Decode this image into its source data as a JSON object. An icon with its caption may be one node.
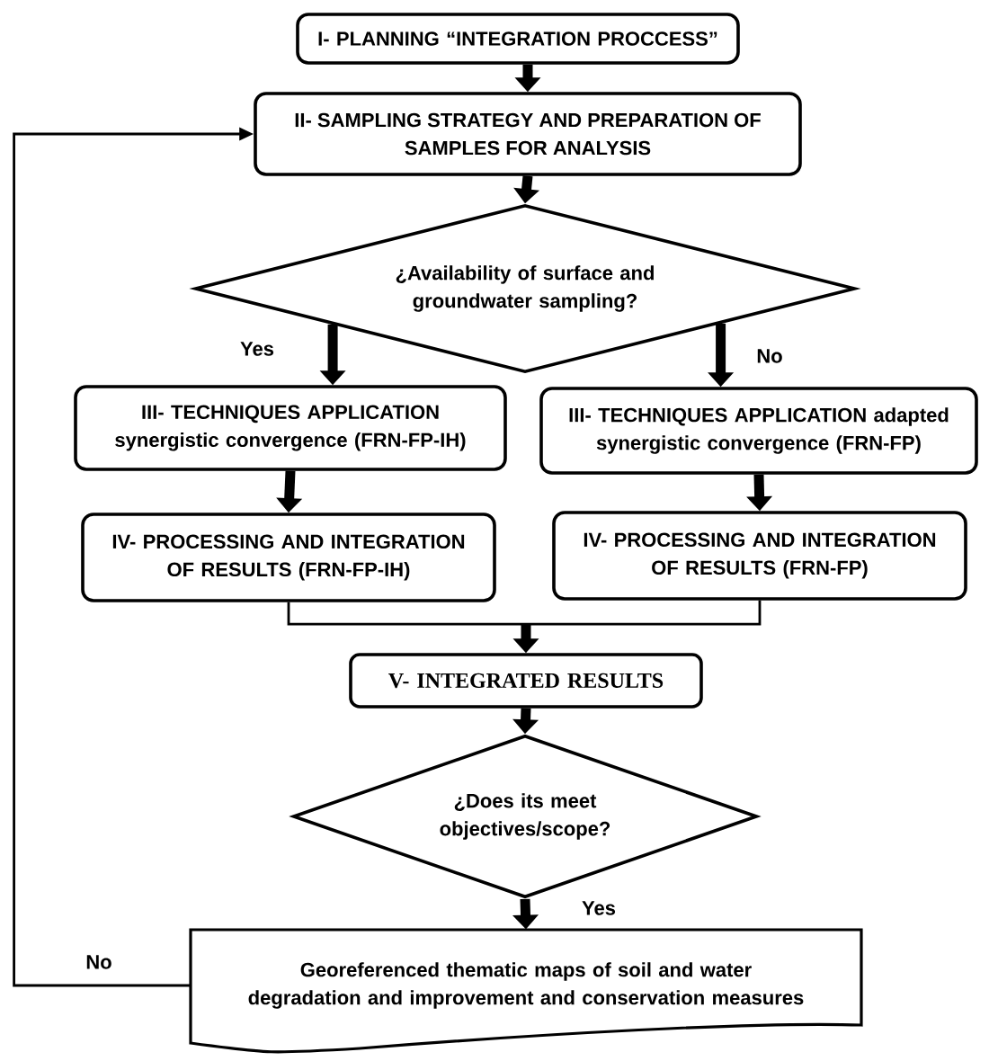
{
  "diagram": {
    "nodes": [
      {
        "text": [
          "I- PLANNING “INTEGRATION PROCCESS”"
        ]
      },
      {
        "text": [
          "II- SAMPLING STRATEGY AND PREPARATION OF SAMPLES FOR ANALYSIS"
        ]
      },
      {
        "text": [
          "¿Availability of surface and groundwater sampling?"
        ]
      },
      {
        "text": [
          "III- TECHNIQUES APPLICATION synergistic convergence (FRN-FP-IH)"
        ]
      },
      {
        "text": [
          "III- TECHNIQUES APPLICATION adapted synergistic convergence (FRN-FP)"
        ]
      },
      {
        "text": [
          "IV- PROCESSING AND INTEGRATION OF RESULTS (FRN-FP-IH)"
        ]
      },
      {
        "text": [
          "IV- PROCESSING AND INTEGRATION OF RESULTS (FRN-FP)"
        ]
      },
      {
        "text": [
          "V- INTEGRATED RESULTS"
        ]
      },
      {
        "text": [
          "¿Does its meet objectives/scope?"
        ]
      },
      {
        "text": [
          "Georeferenced thematic maps of soil and water degradation and improvement and conservation measures"
        ]
      }
    ],
    "edges": [
      {
        "from": 0,
        "to": 1,
        "arrow": "to"
      },
      {
        "from": 1,
        "to": 2,
        "arrow": "to"
      },
      {
        "from": 2,
        "to": 3,
        "arrow": "to",
        "label": "Yes"
      },
      {
        "from": 2,
        "to": 4,
        "arrow": "to",
        "label": "No"
      },
      {
        "from": 3,
        "to": 5,
        "arrow": "to"
      },
      {
        "from": 4,
        "to": 6,
        "arrow": "to"
      },
      {
        "from": 5,
        "to": 7,
        "arrow": "to"
      },
      {
        "from": 6,
        "to": 7,
        "arrow": "to"
      },
      {
        "from": 7,
        "to": 8,
        "arrow": "to"
      },
      {
        "from": 8,
        "to": 9,
        "arrow": "to",
        "label": "Yes"
      },
      {
        "from": 9,
        "to": 1,
        "arrow": "to",
        "label": "No"
      }
    ]
  }
}
